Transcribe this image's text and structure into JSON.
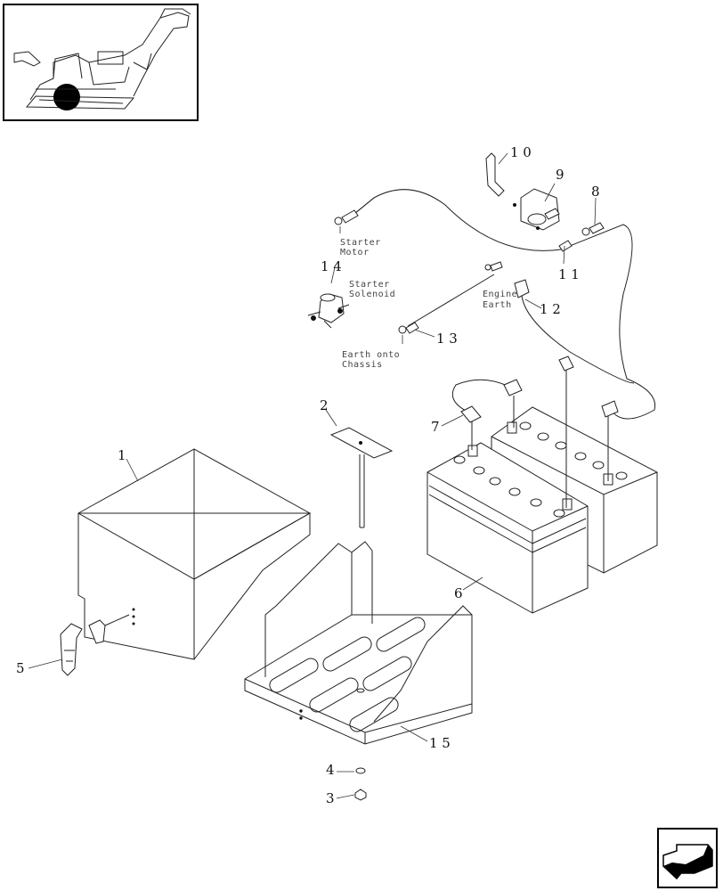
{
  "callouts": {
    "p1": "1",
    "p2": "2",
    "p3": "3",
    "p4": "4",
    "p5": "5",
    "p6": "6",
    "p7": "7",
    "p8": "8",
    "p9": "9",
    "p10": "1 0",
    "p11": "1 1",
    "p12": "1 2",
    "p13": "1 3",
    "p14": "1 4",
    "p15": "1 5"
  },
  "labels": {
    "starter_motor_1": "Starter",
    "starter_motor_2": "Motor",
    "starter_solenoid_1": "Starter",
    "starter_solenoid_2": "Solenoid",
    "engine_earth_1": "Engine",
    "engine_earth_2": "Earth",
    "earth_chassis_1": "Earth onto",
    "earth_chassis_2": "Chassis"
  },
  "icons": {
    "locator": "harvester-locator-icon",
    "nav": "next-page-arrow-icon"
  }
}
